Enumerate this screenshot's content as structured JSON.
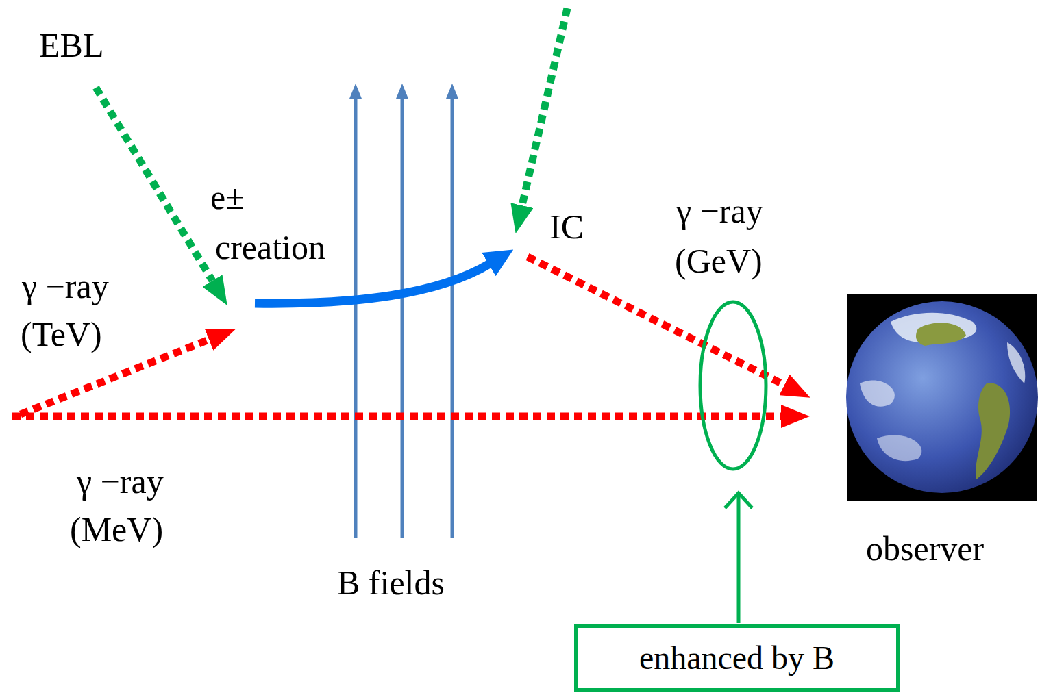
{
  "diagram": {
    "nodes": [
      {
        "text": [
          "enhanced by B"
        ]
      }
    ],
    "labels": [
      "EBL",
      "e±",
      "creation",
      "γ −ray",
      "(TeV)",
      "γ −ray",
      "(MeV)",
      "B fields",
      "IC",
      "γ −ray",
      "(GeV)",
      "observer"
    ]
  }
}
